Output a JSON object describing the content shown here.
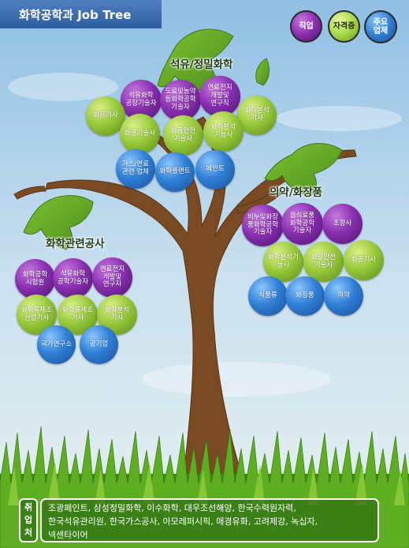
{
  "title": "화학공학과 Job Tree",
  "legend": {
    "job": "직업",
    "license": "자격증",
    "company": "주요\n업체"
  },
  "branches": {
    "petro": "석유/정밀화학",
    "pharma": "의약/화장품",
    "public": "화학관련공사"
  },
  "petro_items": [
    "석유화학\n공장기술자",
    "도료및농약\n등화학공학\n기술자",
    "연료전지\n개발및\n연구직",
    "화공기사",
    "화학분석\n기사",
    "화공기술사",
    "화공안전\n기술사",
    "화학분석\n기능사",
    "가스/연료\n관련 업체",
    "화학플랜트",
    "페인트"
  ],
  "pharma_items": [
    "비누및화장\n품화학공학\n기술자",
    "음식료품\n화학공학\n기술자",
    "조향사",
    "화학분석기\n능사",
    "화공안전\n기술사",
    "화공기사",
    "식품류",
    "화장품",
    "의약"
  ],
  "public_items": [
    "화학공학\n시험원",
    "석유화학\n공학기술자",
    "연료전지\n개발및\n연구자",
    "화학류제조\n산업기사",
    "화학류제조\n기사",
    "화학분석\n기사",
    "국가연구소",
    "공기업"
  ],
  "employment": {
    "tag": [
      "취",
      "업",
      "처"
    ],
    "lines": [
      "조광페인트, 삼성정밀화학, 이수화학, 대우조선해양, 한국수력원자력,",
      "한국석유관리원, 한국가스공사, 아모레퍼시픽, 애경유화, 고려제강, 녹십자,",
      "넥센타이어"
    ]
  },
  "colors": {
    "job": "#8a2fb0",
    "license": "#98c93a",
    "company": "#2f7fd6",
    "title_bar": "#3f6fb0",
    "trunk": "#7a4a22",
    "leaf": "#5fa126"
  }
}
